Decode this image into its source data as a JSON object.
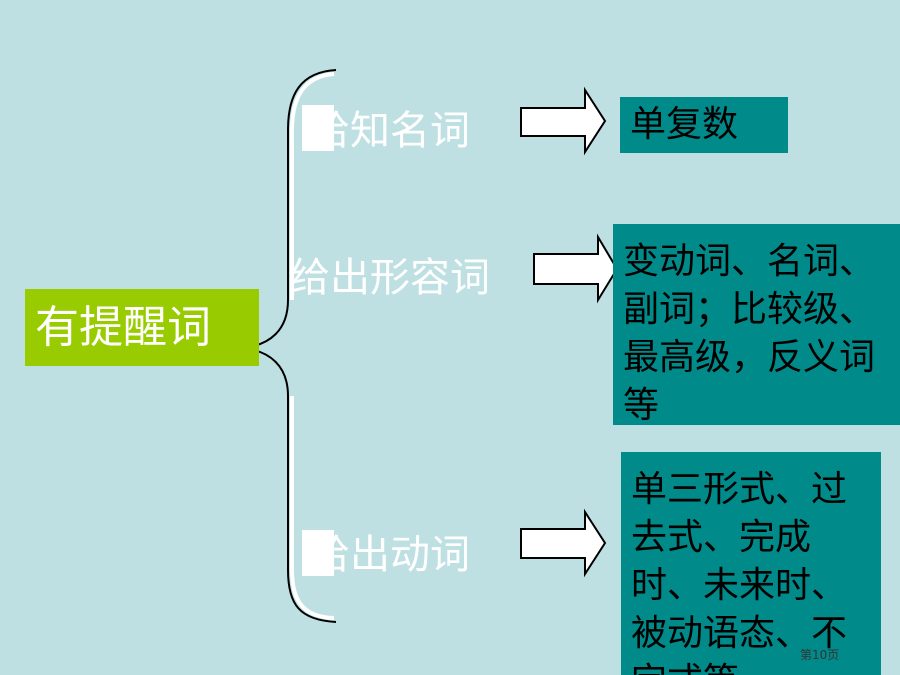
{
  "root": {
    "label": "有提醒词"
  },
  "branches": [
    {
      "label": "给知名词",
      "result": "单复数"
    },
    {
      "label": "给出形容词",
      "result": "变动词、名词、副词；比较级、最高级，反义词等"
    },
    {
      "label": "给出动词",
      "result": "单三形式、过去式、完成时、未来时、被动语态、不定式等"
    }
  ],
  "page_number": "第10页",
  "colors": {
    "background": "#bfe0e2",
    "root_fill": "#99cc00",
    "result_fill": "#008a8a",
    "label_text": "#ffffff"
  }
}
